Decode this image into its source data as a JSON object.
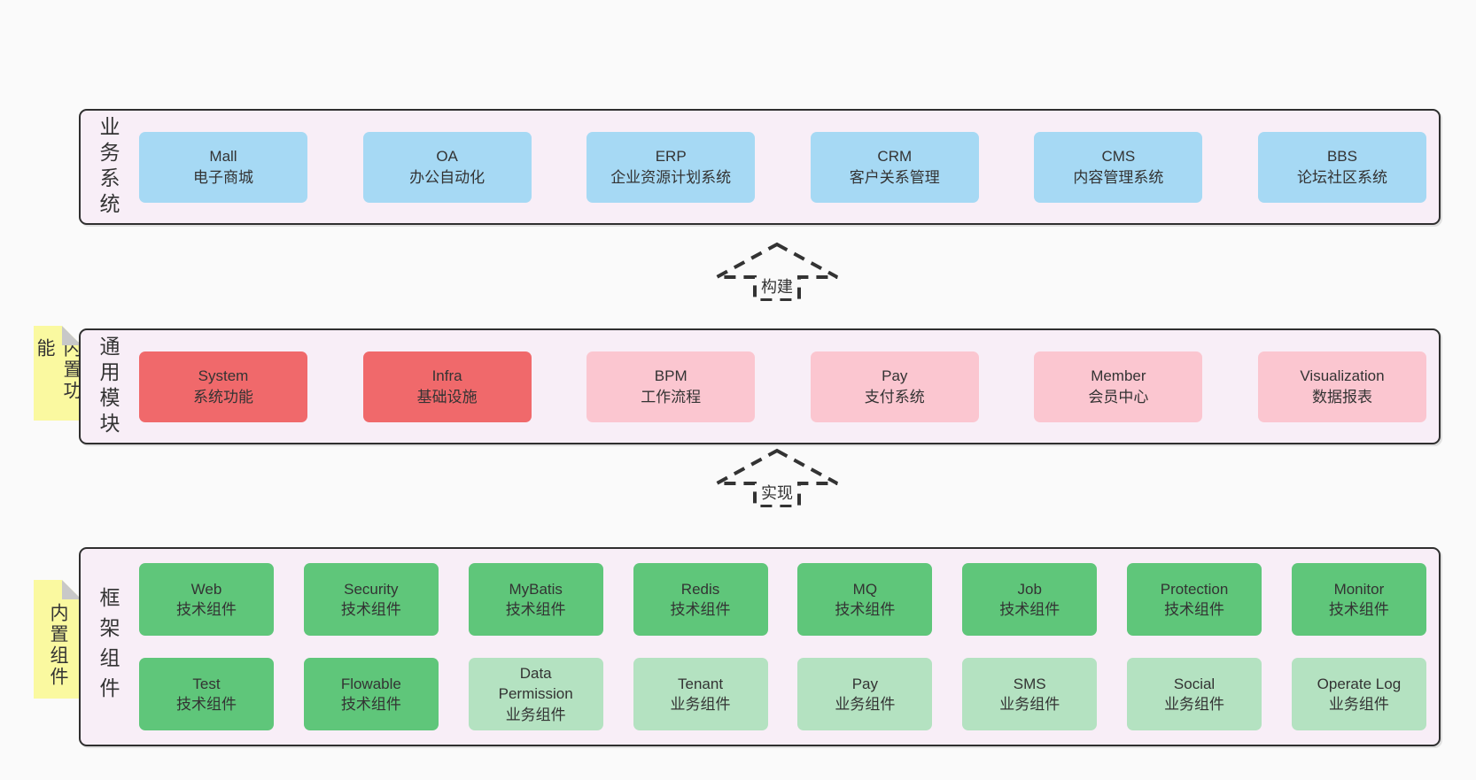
{
  "colors": {
    "page_bg": "#fafafa",
    "panel_bg": "#f8eef7",
    "panel_border": "#2f2f2f",
    "box_blue": "#a6d9f4",
    "box_red": "#f0696b",
    "box_pink": "#fbc6d0",
    "box_green": "#5fc67a",
    "box_light_green": "#b4e2c1",
    "tab_yellow": "#faf9a0",
    "fold_gray": "#c8c8c8",
    "text": "#333333",
    "arrow": "#333333"
  },
  "arrows": [
    {
      "label": "构建"
    },
    {
      "label": "实现"
    }
  ],
  "layers": [
    {
      "name": "business-systems",
      "side_label": "业务系统",
      "boxes": [
        {
          "title": "Mall",
          "subtitle": "电子商城",
          "color": "blue"
        },
        {
          "title": "OA",
          "subtitle": "办公自动化",
          "color": "blue"
        },
        {
          "title": "ERP",
          "subtitle": "企业资源计划系统",
          "color": "blue"
        },
        {
          "title": "CRM",
          "subtitle": "客户关系管理",
          "color": "blue"
        },
        {
          "title": "CMS",
          "subtitle": "内容管理系统",
          "color": "blue"
        },
        {
          "title": "BBS",
          "subtitle": "论坛社区系统",
          "color": "blue"
        }
      ]
    },
    {
      "name": "common-modules",
      "side_label": "通用模块",
      "tab_label": "内置功能",
      "boxes": [
        {
          "title": "System",
          "subtitle": "系统功能",
          "color": "red"
        },
        {
          "title": "Infra",
          "subtitle": "基础设施",
          "color": "red"
        },
        {
          "title": "BPM",
          "subtitle": "工作流程",
          "color": "pink"
        },
        {
          "title": "Pay",
          "subtitle": "支付系统",
          "color": "pink"
        },
        {
          "title": "Member",
          "subtitle": "会员中心",
          "color": "pink"
        },
        {
          "title": "Visualization",
          "subtitle": "数据报表",
          "color": "pink"
        }
      ]
    },
    {
      "name": "framework-components",
      "side_label": "框架组件",
      "tab_label": "内置组件",
      "rows": [
        [
          {
            "title": "Web",
            "subtitle": "技术组件",
            "color": "green"
          },
          {
            "title": "Security",
            "subtitle": "技术组件",
            "color": "green"
          },
          {
            "title": "MyBatis",
            "subtitle": "技术组件",
            "color": "green"
          },
          {
            "title": "Redis",
            "subtitle": "技术组件",
            "color": "green"
          },
          {
            "title": "MQ",
            "subtitle": "技术组件",
            "color": "green"
          },
          {
            "title": "Job",
            "subtitle": "技术组件",
            "color": "green"
          },
          {
            "title": "Protection",
            "subtitle": "技术组件",
            "color": "green"
          },
          {
            "title": "Monitor",
            "subtitle": "技术组件",
            "color": "green"
          }
        ],
        [
          {
            "title": "Test",
            "subtitle": "技术组件",
            "color": "green"
          },
          {
            "title": "Flowable",
            "subtitle": "技术组件",
            "color": "green"
          },
          {
            "title": "Data Permission",
            "subtitle": "业务组件",
            "color": "lgreen"
          },
          {
            "title": "Tenant",
            "subtitle": "业务组件",
            "color": "lgreen"
          },
          {
            "title": "Pay",
            "subtitle": "业务组件",
            "color": "lgreen"
          },
          {
            "title": "SMS",
            "subtitle": "业务组件",
            "color": "lgreen"
          },
          {
            "title": "Social",
            "subtitle": "业务组件",
            "color": "lgreen"
          },
          {
            "title": "Operate Log",
            "subtitle": "业务组件",
            "color": "lgreen"
          }
        ]
      ]
    }
  ]
}
